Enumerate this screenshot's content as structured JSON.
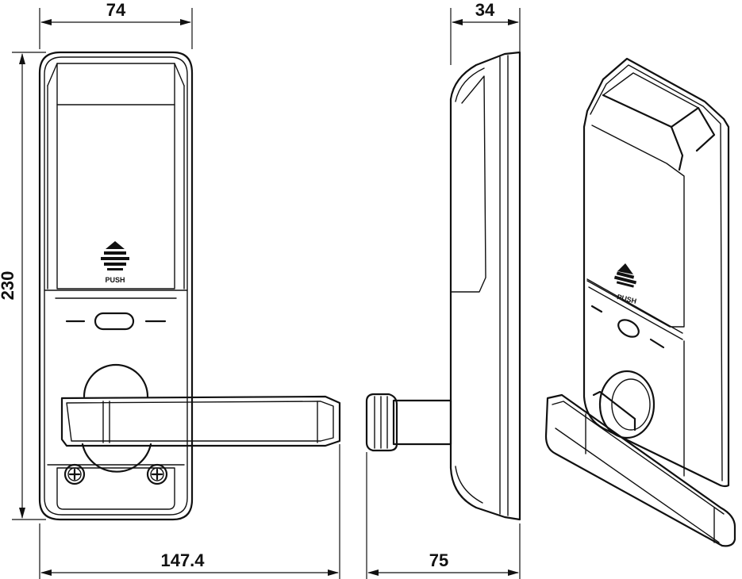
{
  "dimensions": {
    "front_width": "74",
    "side_depth": "34",
    "height": "230",
    "handle_length": "147.4",
    "handle_projection": "75"
  },
  "labels": {
    "push_front": "PUSH",
    "push_iso": "PUSH"
  }
}
